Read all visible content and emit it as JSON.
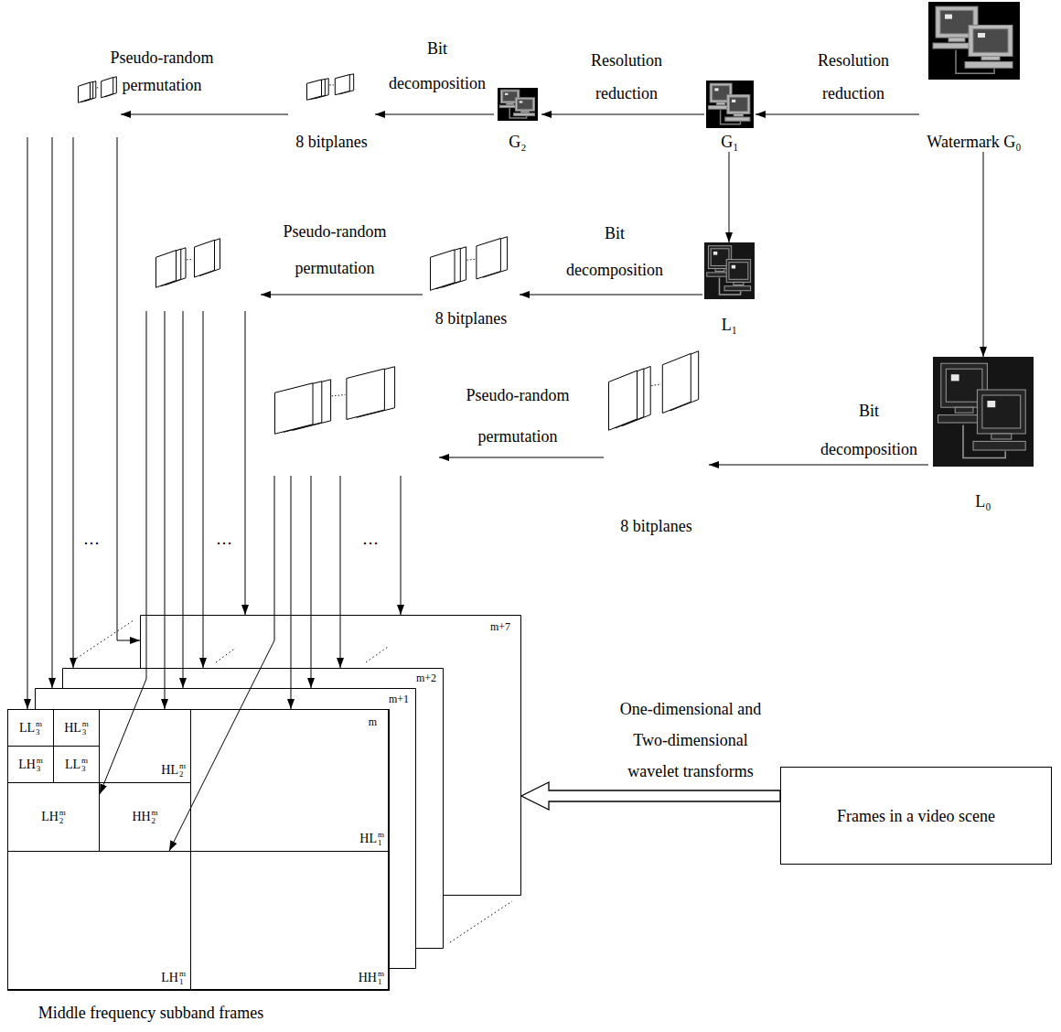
{
  "diagram": {
    "nodes": [
      {
        "text": []
      },
      {
        "text": [
          "8 bitplanes"
        ]
      },
      {
        "text": [
          "G₂"
        ]
      },
      {
        "text": [
          "G₁"
        ]
      },
      {
        "text": [
          "Watermark G₀"
        ]
      },
      {
        "text": []
      },
      {
        "text": [
          "8 bitplanes"
        ]
      },
      {
        "text": [
          "L₁"
        ]
      },
      {
        "text": []
      },
      {
        "text": [
          "8 bitplanes"
        ]
      },
      {
        "text": [
          "L₀"
        ]
      },
      {
        "text": [
          "m+7"
        ]
      },
      {
        "text": [
          "m+2"
        ]
      },
      {
        "text": [
          "m+1"
        ]
      },
      {
        "text": [
          "m"
        ]
      },
      {
        "text": [
          "LL",
          "m",
          "3"
        ],
        "in": 14
      },
      {
        "text": [
          "HL",
          "m",
          "3"
        ],
        "in": 14
      },
      {
        "text": [
          "LH",
          "m",
          "3"
        ],
        "in": 14
      },
      {
        "text": [
          "LL",
          "m",
          "3"
        ],
        "in": 14
      },
      {
        "text": [
          "HL",
          "m",
          "2"
        ],
        "in": 14
      },
      {
        "text": [
          "LH",
          "m",
          "2"
        ],
        "in": 14
      },
      {
        "text": [
          "HH",
          "m",
          "2"
        ],
        "in": 14
      },
      {
        "text": [
          "HL",
          "m",
          "1"
        ],
        "in": 14
      },
      {
        "text": [
          "LH",
          "m",
          "1"
        ],
        "in": 14
      },
      {
        "text": [
          "HH",
          "m",
          "1"
        ],
        "in": 14
      },
      {
        "text": [
          "Frames in a video scene"
        ]
      }
    ],
    "edges": [
      {
        "from": 4,
        "to": 3,
        "label": "Resolution reduction",
        "arrow": "to"
      },
      {
        "from": 3,
        "to": 2,
        "label": "Resolution reduction",
        "arrow": "to"
      },
      {
        "from": 2,
        "to": 1,
        "label": "Bit decomposition",
        "arrow": "to"
      },
      {
        "from": 1,
        "to": 0,
        "label": "Pseudo-random permutation",
        "arrow": "to"
      },
      {
        "from": 3,
        "to": 7,
        "arrow": "to"
      },
      {
        "from": 7,
        "to": 6,
        "label": "Bit decomposition",
        "arrow": "to"
      },
      {
        "from": 6,
        "to": 5,
        "label": "Pseudo-random permutation",
        "arrow": "to"
      },
      {
        "from": 4,
        "to": 10,
        "arrow": "to"
      },
      {
        "from": 10,
        "to": 9,
        "label": "Bit decomposition",
        "arrow": "to"
      },
      {
        "from": 9,
        "to": 8,
        "label": "Pseudo-random permutation",
        "arrow": "to"
      },
      {
        "from": 0,
        "to": 15,
        "arrow": "to"
      },
      {
        "from": 0,
        "to": 13,
        "arrow": "to"
      },
      {
        "from": 0,
        "to": 12,
        "arrow": "to"
      },
      {
        "from": 0,
        "to": 11,
        "arrow": "to"
      },
      {
        "from": 5,
        "to": 20,
        "arrow": "to"
      },
      {
        "from": 5,
        "to": 19,
        "arrow": "to"
      },
      {
        "from": 5,
        "to": 13,
        "arrow": "to"
      },
      {
        "from": 5,
        "to": 12,
        "arrow": "to"
      },
      {
        "from": 5,
        "to": 11,
        "arrow": "to"
      },
      {
        "from": 8,
        "to": 23,
        "arrow": "to"
      },
      {
        "from": 8,
        "to": 22,
        "arrow": "to"
      },
      {
        "from": 8,
        "to": 13,
        "arrow": "to"
      },
      {
        "from": 8,
        "to": 12,
        "arrow": "to"
      },
      {
        "from": 8,
        "to": 11,
        "arrow": "to"
      },
      {
        "from": 25,
        "to": 11,
        "label": "One-dimensional and Two-dimensional wavelet transforms",
        "arrow": "to"
      }
    ],
    "labels": [
      "…",
      "…",
      "…",
      "Middle frequency subband frames"
    ]
  }
}
